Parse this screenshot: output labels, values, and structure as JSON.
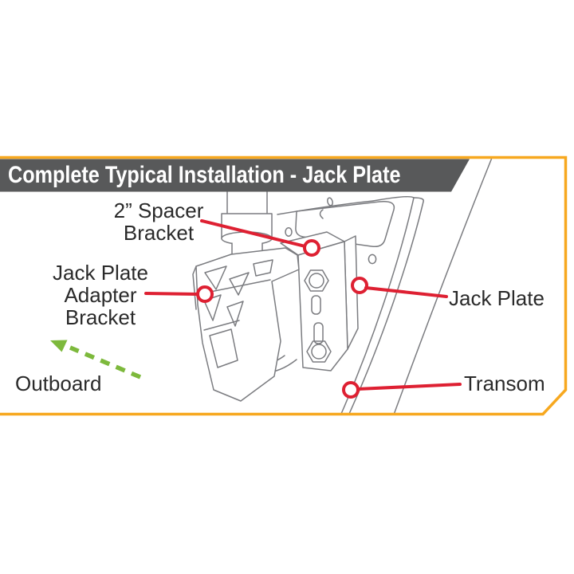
{
  "header": {
    "title": "Complete Typical Installation - Jack Plate"
  },
  "callouts": {
    "spacer_bracket": {
      "line1": "2” Spacer",
      "line2": "Bracket"
    },
    "adapter_bracket": {
      "line1": "Jack Plate",
      "line2": "Adapter",
      "line3": "Bracket"
    },
    "jack_plate": {
      "label": "Jack Plate"
    },
    "transom": {
      "label": "Transom"
    },
    "outboard": {
      "label": "Outboard"
    }
  },
  "colors": {
    "accent-yellow": "#F7A81F",
    "banner-gray": "#58595A",
    "callout-red": "#DE2032",
    "arrow-green": "#7DB93C",
    "line-gray": "#7B7C80",
    "text-dark": "#2A2A2A",
    "background": "#FFFFFF"
  }
}
